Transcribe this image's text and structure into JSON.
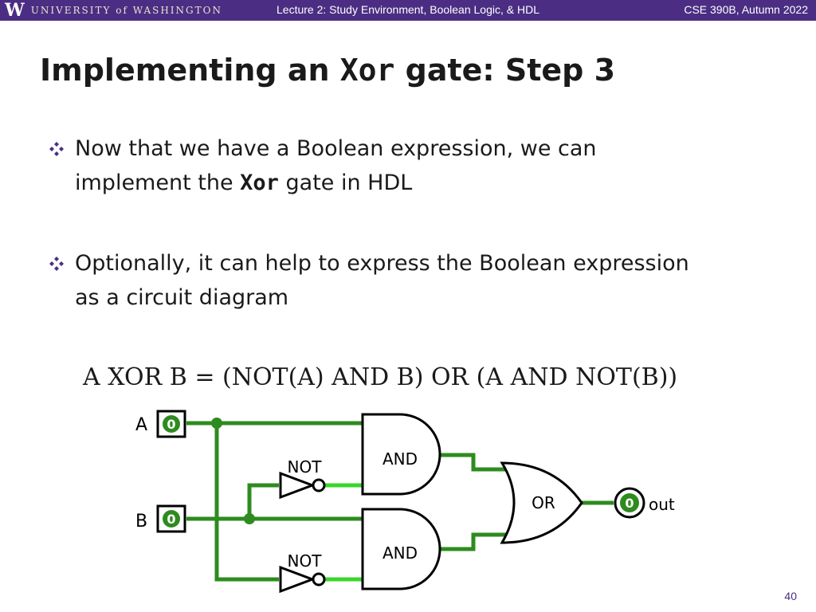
{
  "header": {
    "logo_letter": "W",
    "university_name": "UNIVERSITY of WASHINGTON",
    "lecture_title": "Lecture 2: Study Environment, Boolean Logic, & HDL",
    "course": "CSE 390B, Autumn 2022"
  },
  "title": {
    "prefix": "Implementing an ",
    "code": "Xor",
    "suffix": " gate: Step 3"
  },
  "bullets": [
    {
      "line1": "Now that we have a Boolean expression, we can",
      "line2_prefix": "implement the ",
      "line2_code": "Xor",
      "line2_suffix": " gate in HDL"
    },
    {
      "line1": "Optionally, it can help to express the Boolean expression",
      "line2": "as a circuit diagram"
    }
  ],
  "equation": "A XOR B = (NOT(A) AND B) OR (A AND NOT(B))",
  "circuit": {
    "input_a_label": "A",
    "input_b_label": "B",
    "input_a_value": "0",
    "input_b_value": "0",
    "output_value": "0",
    "output_label": "out",
    "not_top_label": "NOT",
    "not_bottom_label": "NOT",
    "and_top_label": "AND",
    "and_bottom_label": "AND",
    "or_label": "OR",
    "wire_color": "#2e8b1f",
    "wire_active_color": "#39d62b"
  },
  "footer": {
    "page_number": "40"
  },
  "colors": {
    "brand_purple": "#4b2e83",
    "text": "#1a1a1a"
  }
}
